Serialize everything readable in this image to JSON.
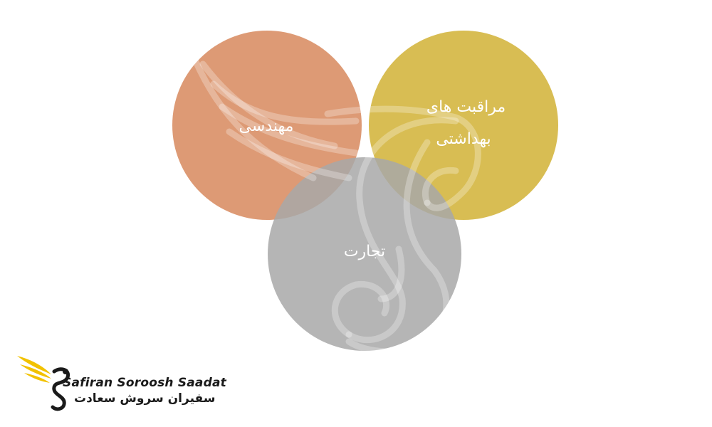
{
  "diagram": {
    "circles": [
      {
        "id": "engineering",
        "label_lines": [
          "مهندسی"
        ],
        "color": "#D98F66"
      },
      {
        "id": "healthcare",
        "label_lines": [
          "مراقبت های",
          "بهداشتی"
        ],
        "color": "#D4B640"
      },
      {
        "id": "trade",
        "label_lines": [
          "تجارت"
        ],
        "color": "#A8A8A8"
      }
    ]
  },
  "logo": {
    "name_en": "Safiran Soroosh Saadat",
    "name_fa": "سفیران سروش سعادت",
    "wing_color": "#F2C200",
    "text_color": "#1a1a1a",
    "icon": "swan-wing-logo-icon"
  }
}
